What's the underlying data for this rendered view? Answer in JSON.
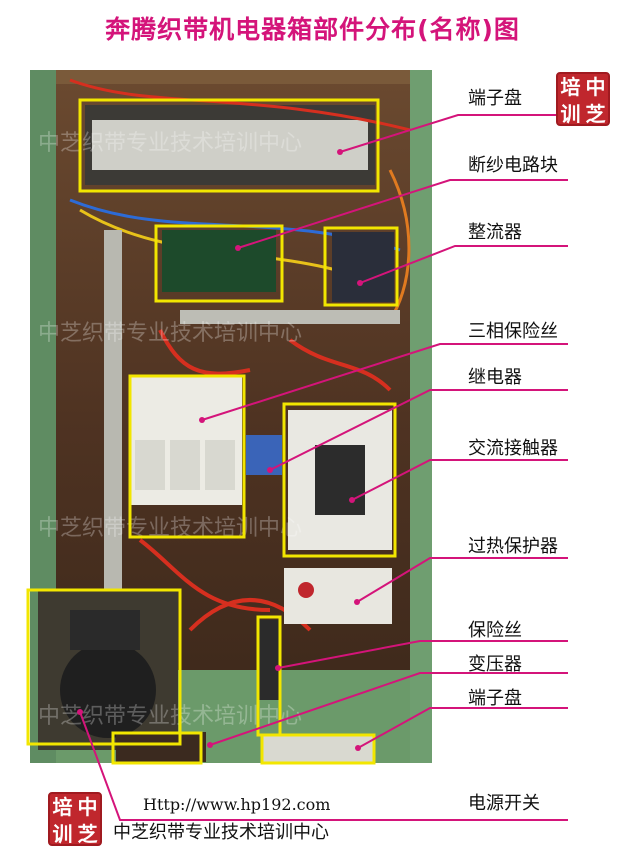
{
  "title": "奔腾织带机电器箱部件分布(名称)图",
  "colors": {
    "title": "#d4147a",
    "line": "#d4147a",
    "box": "#f2e600",
    "seal": "#c0272d"
  },
  "labels": [
    "端子盘",
    "断纱电路块",
    "整流器",
    "三相保险丝",
    "继电器",
    "交流接触器",
    "过热保护器",
    "保险丝",
    "变压器",
    "端子盘",
    "电源开关"
  ],
  "seal": [
    "中",
    "芝",
    "培",
    "训"
  ],
  "footer": {
    "url": "Http://www.hp192.com",
    "org": "中芝织带专业技术培训中心"
  },
  "watermarks": [
    "中芝织带专业技术培训中心",
    "中芝织带专业技术培训中心",
    "中芝织带专业技术培训中心",
    "中芝织带专业技术培训中心"
  ]
}
